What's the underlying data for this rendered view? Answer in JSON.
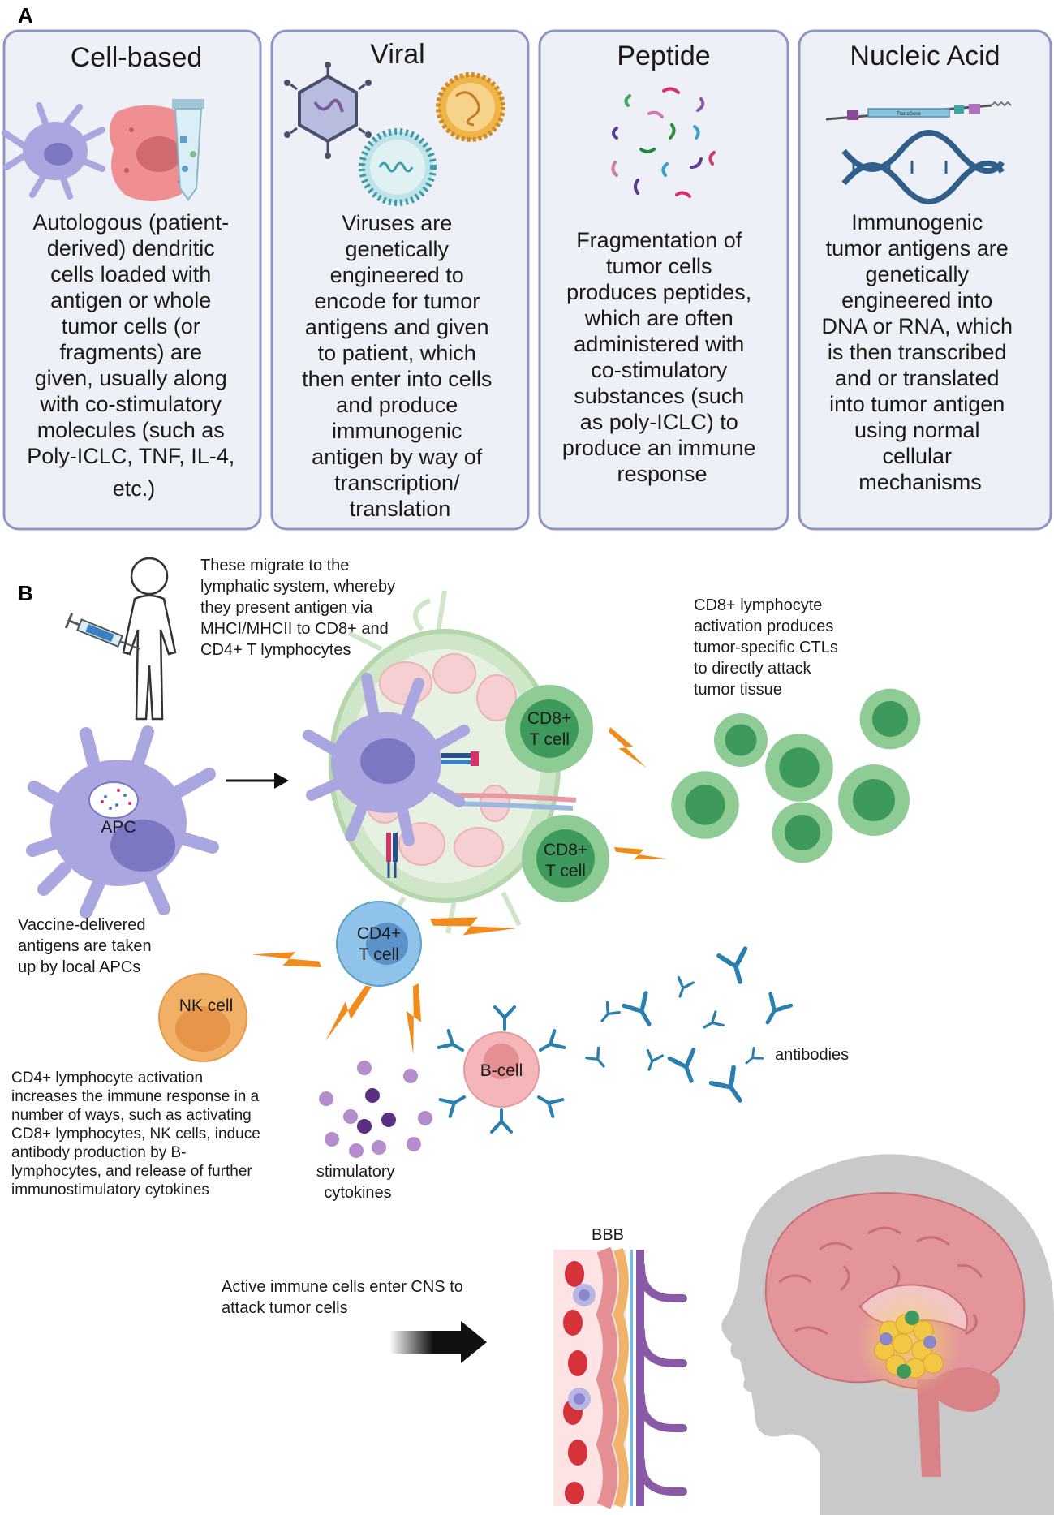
{
  "panel_a": {
    "label": "A",
    "panels": [
      {
        "title": "Cell-based",
        "body": [
          "Autologous (patient-",
          "derived) dendritic",
          "cells loaded with",
          "antigen or whole",
          "tumor cells (or",
          "fragments) are",
          "given, usually along",
          "with co-stimulatory",
          "molecules (such as",
          "Poly-ICLC, TNF, IL-4,",
          "etc.)"
        ]
      },
      {
        "title": "Viral",
        "body": [
          "Viruses are",
          "genetically",
          "engineered to",
          "encode for tumor",
          "antigens and given",
          "to patient, which",
          "then enter into cells",
          "and produce",
          "immunogenic",
          "antigen by way of",
          "transcription/",
          "translation"
        ]
      },
      {
        "title": "Peptide",
        "body": [
          "Fragmentation of",
          "tumor cells",
          "produces peptides,",
          "which are often",
          "administered with",
          "co-stimulatory",
          "substances (such",
          "as poly-ICLC) to",
          "produce an immune",
          "response"
        ]
      },
      {
        "title": "Nucleic Acid",
        "body": [
          "Immunogenic",
          "tumor antigens are",
          "genetically",
          "engineered into",
          "DNA or RNA, which",
          "is then transcribed",
          "and or translated",
          "into tumor antigen",
          "using normal",
          "cellular",
          "mechanisms"
        ]
      }
    ]
  },
  "panel_b": {
    "label": "B",
    "migrate_text": [
      "These migrate to the",
      "lymphatic system, whereby",
      "they present antigen via",
      "MHCI/MHCII to CD8+ and",
      "CD4+ T lymphocytes"
    ],
    "cd8_text": [
      "CD8+ lymphocyte",
      "activation produces",
      "tumor-specific CTLs",
      "to directly attack",
      "tumor tissue"
    ],
    "apc_label": "APC",
    "apc_text": [
      "Vaccine-delivered",
      "antigens are taken",
      "up by local APCs"
    ],
    "cd8_cell": [
      "CD8+",
      "T cell"
    ],
    "cd4_cell": [
      "CD4+",
      "T cell"
    ],
    "nk_cell": "NK cell",
    "b_cell": "B-cell",
    "antibodies": "antibodies",
    "cd4_text": [
      "CD4+ lymphocyte activation",
      "increases the immune response in a",
      "number of ways, such as activating",
      "CD8+ lymphocytes,  NK cells, induce",
      "antibody production by B-",
      "lymphocytes, and release of further",
      "immunostimulatory cytokines"
    ],
    "cytokines": [
      "stimulatory",
      "cytokines"
    ],
    "bbb": "BBB",
    "cns_text": [
      "Active immune cells enter CNS to",
      "attack tumor cells"
    ],
    "dna_tag": "TransGene"
  },
  "colors": {
    "panel_border": "#8d96c4",
    "panel_fill": "#eef0f8",
    "dendritic": "#a9a6e0",
    "cd8": "#7fc08a",
    "cd4": "#8fc3ea",
    "nk": "#f2b067",
    "bcell": "#f4b6b8",
    "antibody": "#2a7fb0",
    "lightning": "#f08c1e",
    "cytokine": "#8a5aa8",
    "head": "#c9c9c9",
    "brain": "#e3959b"
  }
}
